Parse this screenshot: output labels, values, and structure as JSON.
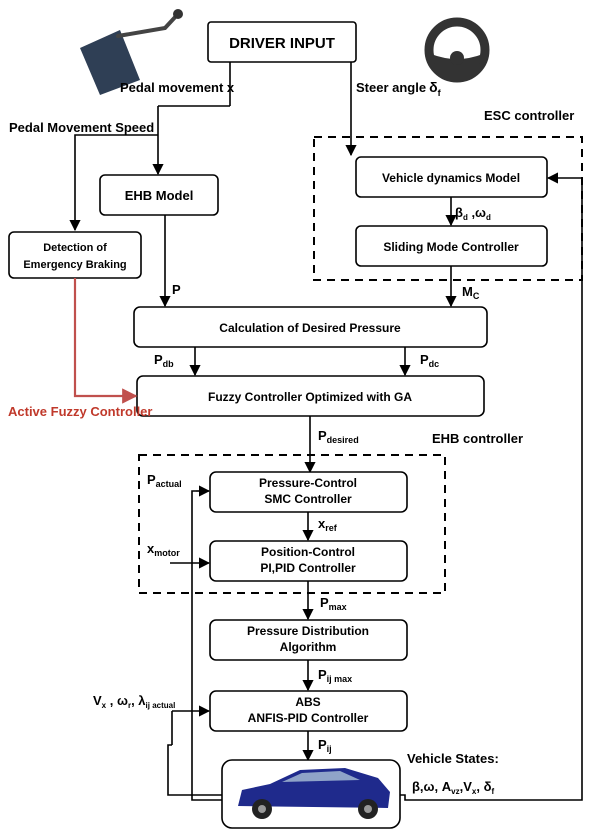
{
  "blocks": {
    "driver_input": "DRIVER INPUT",
    "ehb_model": "EHB Model",
    "detection": [
      "Detection of",
      "Emergency Braking"
    ],
    "vehicle_dynamics": "Vehicle dynamics Model",
    "sliding_mode": "Sliding Mode Controller",
    "desired_pressure": "Calculation of Desired Pressure",
    "fuzzy_ga": "Fuzzy Controller Optimized with GA",
    "pressure_control": [
      "Pressure-Control",
      "SMC Controller"
    ],
    "position_control": [
      "Position-Control",
      "PI,PID Controller"
    ],
    "pressure_distribution": [
      "Pressure Distribution",
      "Algorithm"
    ],
    "abs": [
      "ABS",
      "ANFIS-PID Controller"
    ]
  },
  "labels": {
    "pedal_movement": "Pedal movement  x",
    "steer_angle": "Steer angle",
    "steer_symbol": "δ",
    "steer_sub": "f",
    "pedal_speed": "Pedal Movement Speed",
    "esc_controller": "ESC controller",
    "ehb_controller": "EHB controller",
    "active_fuzzy": "Active Fuzzy Controller",
    "vehicle_states": "Vehicle States:",
    "p": "P",
    "beta_omega": "βd ,ωd",
    "mc": "MC",
    "pdb": "Pdb",
    "pdc": "Pdc",
    "pdesired": "Pdesired",
    "pactual": "Pactual",
    "xref": "xref",
    "xmotor": "xmotor",
    "pmax": "Pmax",
    "pijmax": "Pij max",
    "pij": "Pij",
    "feedback": "Vx , ωr, λij actual",
    "states_list": "β,ω, Avz,Vx, δf"
  },
  "colors": {
    "line": "#000000",
    "active_fuzzy_arrow": "#c0504d",
    "car_body": "#1f2a8c"
  },
  "icons": [
    "pedal-icon",
    "steering-wheel-icon",
    "car-icon"
  ]
}
